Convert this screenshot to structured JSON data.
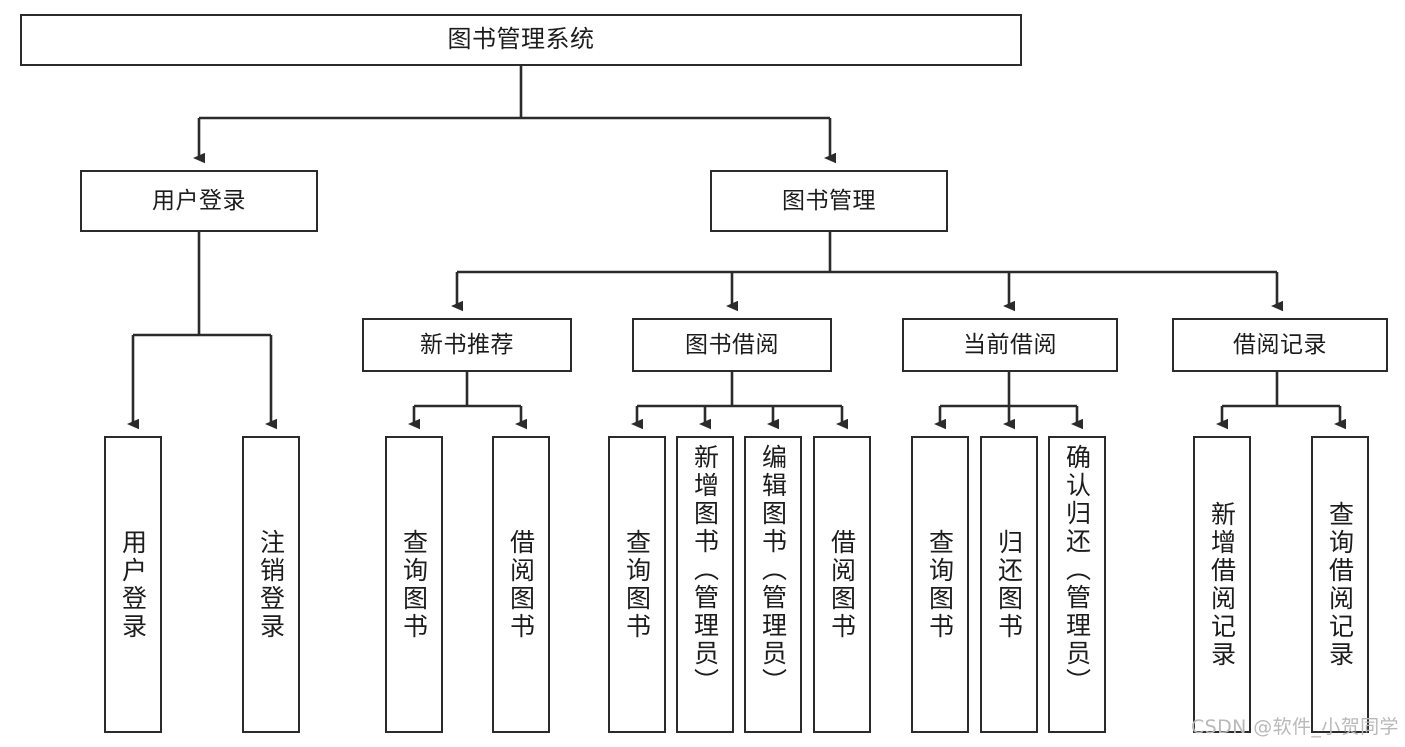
{
  "diagram": {
    "title": "图书管理系统",
    "type": "hierarchy-tree",
    "root": {
      "id": "root",
      "label": "图书管理系统",
      "orientation": "horizontal"
    },
    "level2": [
      {
        "id": "user-login",
        "label": "用户登录",
        "orientation": "horizontal"
      },
      {
        "id": "book-management",
        "label": "图书管理",
        "orientation": "horizontal"
      }
    ],
    "level3": [
      {
        "id": "new-book-recommend",
        "label": "新书推荐",
        "orientation": "horizontal"
      },
      {
        "id": "book-borrow",
        "label": "图书借阅",
        "orientation": "horizontal"
      },
      {
        "id": "current-borrow",
        "label": "当前借阅",
        "orientation": "horizontal"
      },
      {
        "id": "borrow-record",
        "label": "借阅记录",
        "orientation": "horizontal"
      }
    ],
    "leaves": [
      {
        "id": "leaf-user-login",
        "label": "用户登录",
        "parent": "user-login",
        "orientation": "vertical",
        "align": "center"
      },
      {
        "id": "leaf-logout",
        "label": "注销登录",
        "parent": "user-login",
        "orientation": "vertical",
        "align": "center"
      },
      {
        "id": "leaf-query-book-1",
        "label": "查询图书",
        "parent": "new-book-recommend",
        "orientation": "vertical",
        "align": "center"
      },
      {
        "id": "leaf-borrow-book-1",
        "label": "借阅图书",
        "parent": "new-book-recommend",
        "orientation": "vertical",
        "align": "center"
      },
      {
        "id": "leaf-query-book-2",
        "label": "查询图书",
        "parent": "book-borrow",
        "orientation": "vertical",
        "align": "center"
      },
      {
        "id": "leaf-add-book-admin",
        "label": "新增图书（管理员）",
        "parent": "book-borrow",
        "orientation": "vertical",
        "align": "top"
      },
      {
        "id": "leaf-edit-book-admin",
        "label": "编辑图书（管理员）",
        "parent": "book-borrow",
        "orientation": "vertical",
        "align": "top"
      },
      {
        "id": "leaf-borrow-book-2",
        "label": "借阅图书",
        "parent": "book-borrow",
        "orientation": "vertical",
        "align": "center"
      },
      {
        "id": "leaf-query-book-3",
        "label": "查询图书",
        "parent": "current-borrow",
        "orientation": "vertical",
        "align": "center"
      },
      {
        "id": "leaf-return-book",
        "label": "归还图书",
        "parent": "current-borrow",
        "orientation": "vertical",
        "align": "center"
      },
      {
        "id": "leaf-confirm-return-admin",
        "label": "确认归还（管理员）",
        "parent": "current-borrow",
        "orientation": "vertical",
        "align": "top"
      },
      {
        "id": "leaf-add-record",
        "label": "新增借阅记录",
        "parent": "borrow-record",
        "orientation": "vertical",
        "align": "center"
      },
      {
        "id": "leaf-query-record",
        "label": "查询借阅记录",
        "parent": "borrow-record",
        "orientation": "vertical",
        "align": "center"
      }
    ],
    "colors": {
      "stroke": "#2b2b2b",
      "fill": "#ffffff",
      "text": "#1c1c1c",
      "watermark": "#b9b9b9"
    }
  },
  "watermark": {
    "text": "CSDN @软件_小贺同学"
  }
}
